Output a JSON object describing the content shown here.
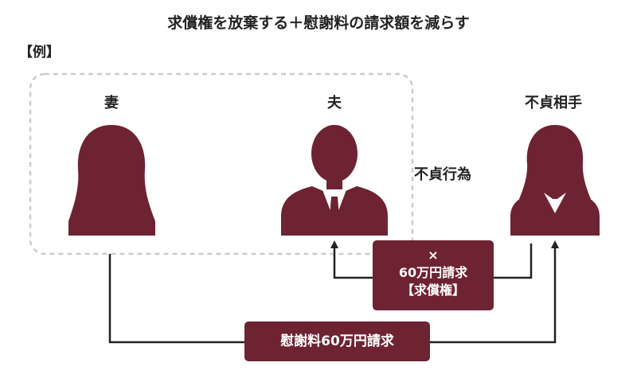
{
  "title": "求償権を放棄する＋慰謝料の請求額を減らす",
  "example_label": "【例】",
  "people": {
    "wife": "妻",
    "husband": "夫",
    "partner": "不貞相手"
  },
  "affair_label": "不貞行為",
  "claim_box": {
    "mark": "×",
    "amount": "60万円請求",
    "type": "【求償権】"
  },
  "damages_box": {
    "text": "慰謝料60万円請求"
  },
  "colors": {
    "accent": "#6e2332",
    "text": "#222222",
    "arrow": "#222222",
    "dashed_border": "#cccccc"
  }
}
